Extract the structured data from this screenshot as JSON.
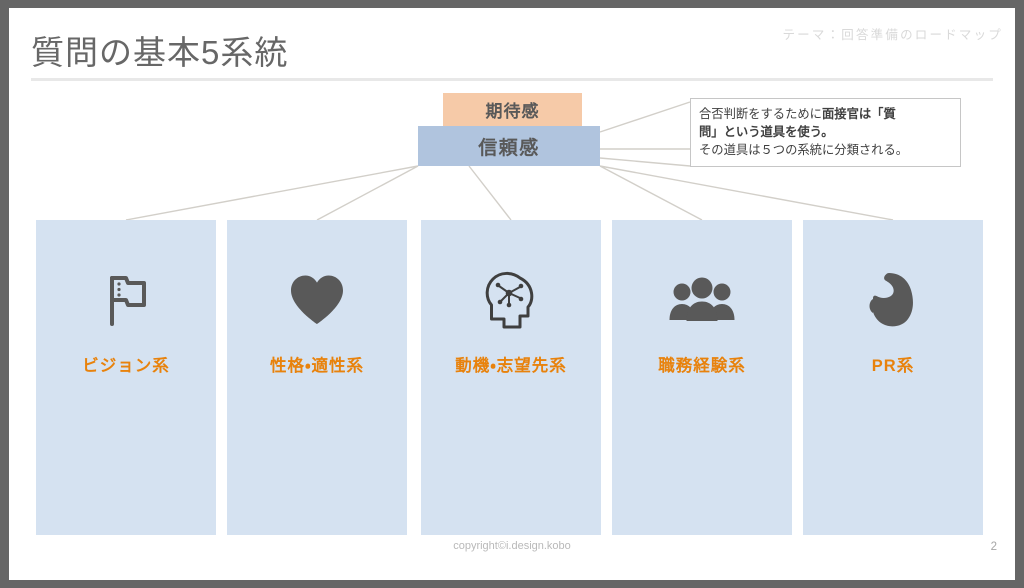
{
  "slide": {
    "theme_label": "テーマ：回答準備のロードマップ",
    "title": "質問の基本5系統",
    "copyright": "copyright©i.design.kobo",
    "page_number": "2"
  },
  "top_boxes": {
    "expectation": {
      "label": "期待感",
      "color": "#f6caa8"
    },
    "trust": {
      "label": "信頼感",
      "color": "#b0c4de"
    }
  },
  "callout": {
    "line1_normal": "合否判断をするために",
    "line1_bold": "面接官は「質",
    "line2_bold": "問」という道具を使う。",
    "line3": "その道具は５つの系統に分類される。"
  },
  "cards": [
    {
      "label": "ビジョン系",
      "icon": "flag-icon"
    },
    {
      "label": "性格・適性系",
      "icon": "heart-icon"
    },
    {
      "label": "動機・志望先系",
      "icon": "head-network-icon"
    },
    {
      "label": "職務経験系",
      "icon": "people-group-icon"
    },
    {
      "label": "PR系",
      "icon": "flexed-bicep-icon"
    }
  ],
  "colors": {
    "card_fill": "#d5e2f1",
    "label_orange": "#e8820c",
    "icon_gray": "#595959",
    "connector_gray": "#d2cfc9",
    "frame_gray": "#666666"
  }
}
